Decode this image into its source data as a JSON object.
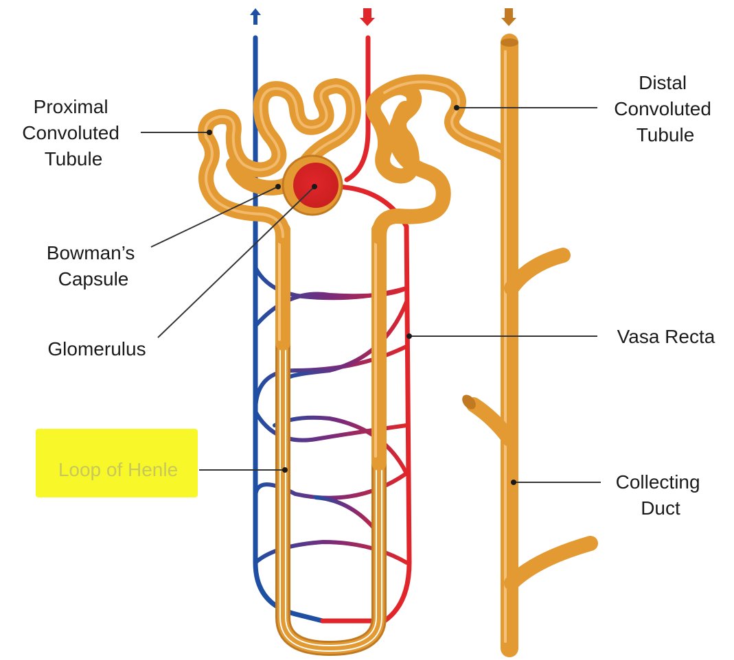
{
  "labels": {
    "proximal_convoluted_tubule": [
      "Proximal",
      "Convoluted",
      "Tubule"
    ],
    "bowmans_capsule": [
      "Bowman’s",
      "Capsule"
    ],
    "glomerulus": "Glomerulus",
    "loop_of_henle": "Loop of Henle",
    "distal_convoluted_tubule": [
      "Distal",
      "Convoluted",
      "Tubule"
    ],
    "vasa_recta": "Vasa Recta",
    "collecting_duct": [
      "Collecting",
      "Duct"
    ]
  },
  "colors": {
    "tubule": "#E39A32",
    "tubule_light": "#F5C27A",
    "artery": "#E0262A",
    "vein": "#1E4FA3",
    "capillary_mid": "#7A2A7A",
    "highlight": "#F7F72A",
    "highlight_text": "#C8C85A",
    "leader": "#333333"
  },
  "icons": {
    "vein_flow": "arrow-up-icon",
    "artery_flow": "arrow-down-icon",
    "duct_flow": "arrow-down-icon"
  }
}
